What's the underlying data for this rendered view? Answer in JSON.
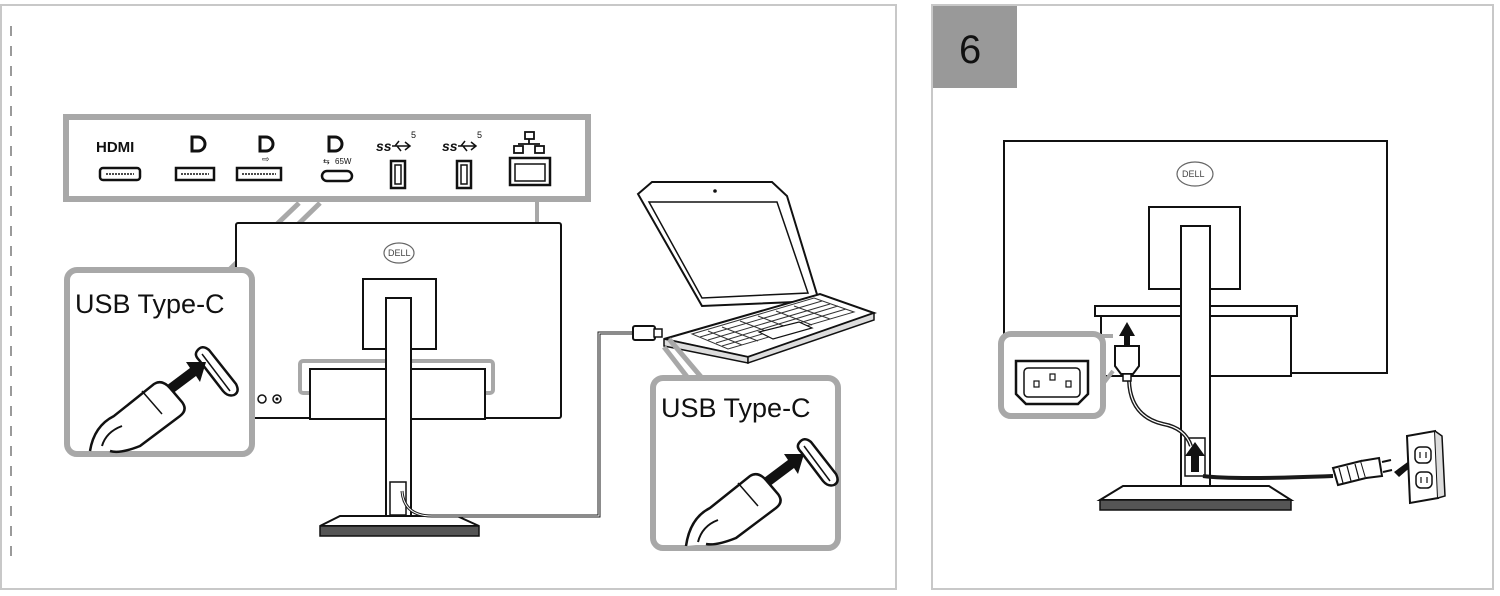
{
  "left_panel": {
    "port_labels": {
      "hdmi": "HDMI",
      "dp_watt": "65W",
      "usb_ss_1_num": "5",
      "usb_ss_2_num": "5"
    },
    "callout_monitor": "USB Type-C",
    "callout_laptop": "USB Type-C",
    "logo_text": "DELL"
  },
  "right_panel": {
    "step_number": "6",
    "logo_text": "DELL"
  },
  "colors": {
    "border": "#c8c8c8",
    "callout_gray": "#a8a8a8",
    "step_badge": "#999999",
    "line": "#1a1a1a"
  },
  "icons": [
    "hdmi-icon",
    "displayport-icon",
    "usb-superspeed-icon",
    "ethernet-icon",
    "dell-logo-icon",
    "arrow-icon",
    "power-outlet-icon"
  ]
}
